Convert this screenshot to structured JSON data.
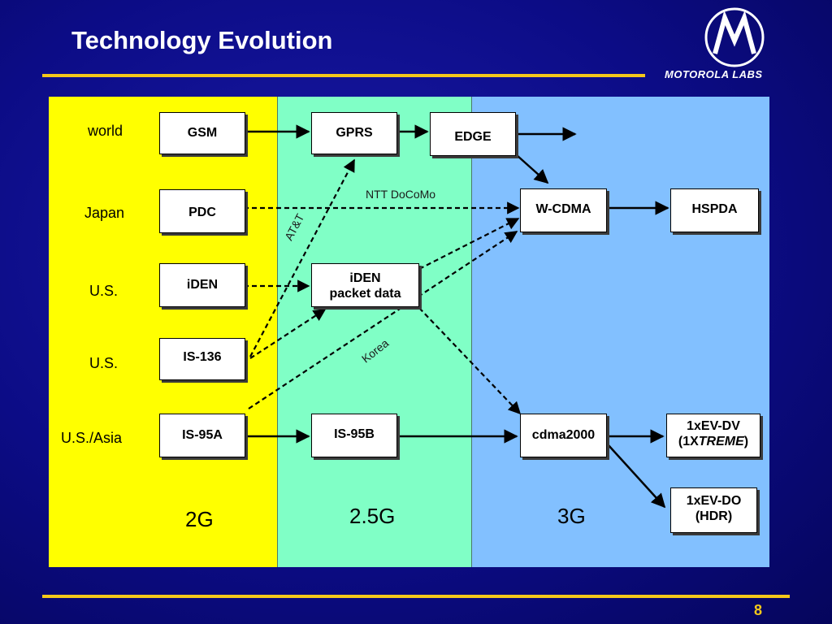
{
  "slide": {
    "title": "Technology Evolution",
    "brand": "MOTOROLA LABS",
    "page_number": "8"
  },
  "regions": [
    "world",
    "Japan",
    "U.S.",
    "U.S.",
    "U.S./Asia"
  ],
  "generations": [
    "2G",
    "2.5G",
    "3G"
  ],
  "nodes": {
    "gsm": "GSM",
    "gprs": "GPRS",
    "edge": "EDGE",
    "pdc": "PDC",
    "wcdma": "W-CDMA",
    "hspda": "HSPDA",
    "iden": "iDEN",
    "iden_packet_line1": "iDEN",
    "iden_packet_line2": "packet data",
    "is136": "IS-136",
    "is95a": "IS-95A",
    "is95b": "IS-95B",
    "cdma2000": "cdma2000",
    "ev_dv_line1": "1xEV-DV",
    "ev_dv_line2_pre": "(1X",
    "ev_dv_line2_em": "TREME",
    "ev_dv_line2_post": ")",
    "ev_do_line1": "1xEV-DO",
    "ev_do_line2": "(HDR)"
  },
  "annotations": {
    "ntt": "NTT DoCoMo",
    "att": "AT&T",
    "korea": "Korea"
  },
  "colors": {
    "background": "#0c0c86",
    "accent_rule": "#f4c81a",
    "zone_2g": "#ffff00",
    "zone_25g": "#80ffc6",
    "zone_3g": "#82c0ff"
  }
}
